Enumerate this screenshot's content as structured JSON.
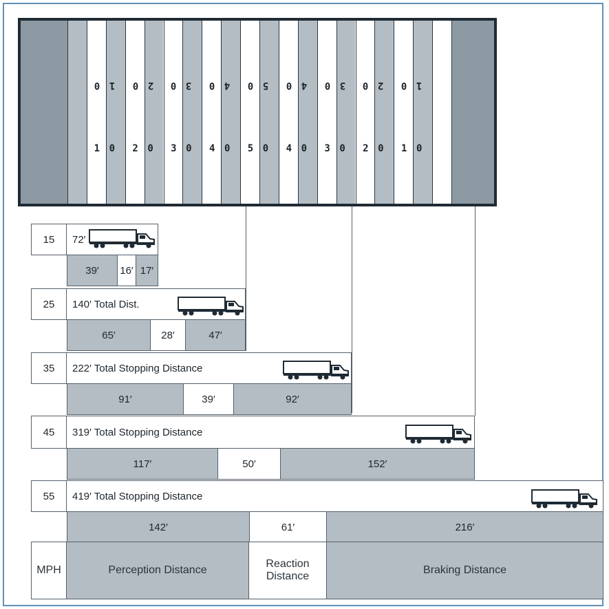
{
  "field": {
    "top_numbers": [
      "10",
      "20",
      "30",
      "40",
      "50",
      "40",
      "30",
      "20",
      "10"
    ],
    "bottom_numbers": [
      "10",
      "20",
      "30",
      "40",
      "50",
      "40",
      "30",
      "20",
      "10"
    ]
  },
  "rows": [
    {
      "mph": "15",
      "total": "72′",
      "perception": "39′",
      "reaction": "16′",
      "braking": "17′"
    },
    {
      "mph": "25",
      "total": "140′ Total Dist.",
      "perception": "65′",
      "reaction": "28′",
      "braking": "47′"
    },
    {
      "mph": "35",
      "total": "222′ Total Stopping Distance",
      "perception": "91′",
      "reaction": "39′",
      "braking": "92′"
    },
    {
      "mph": "45",
      "total": "319′ Total Stopping Distance",
      "perception": "117′",
      "reaction": "50′",
      "braking": "152′"
    },
    {
      "mph": "55",
      "total": "419′ Total Stopping Distance",
      "perception": "142′",
      "reaction": "61′",
      "braking": "216′"
    }
  ],
  "legend": {
    "mph": "MPH",
    "perception": "Perception Distance",
    "reaction": "Reaction Distance",
    "braking": "Braking Distance"
  },
  "colors": {
    "frame": "#5f8fb8",
    "endzone": "#8d9aa3",
    "dark_stripe": "#b4bdc4",
    "light_stripe": "#ffffff",
    "segment_dark": "#b4bdc4",
    "outline": "#1f2a33"
  },
  "icons": [
    "truck-icon"
  ]
}
